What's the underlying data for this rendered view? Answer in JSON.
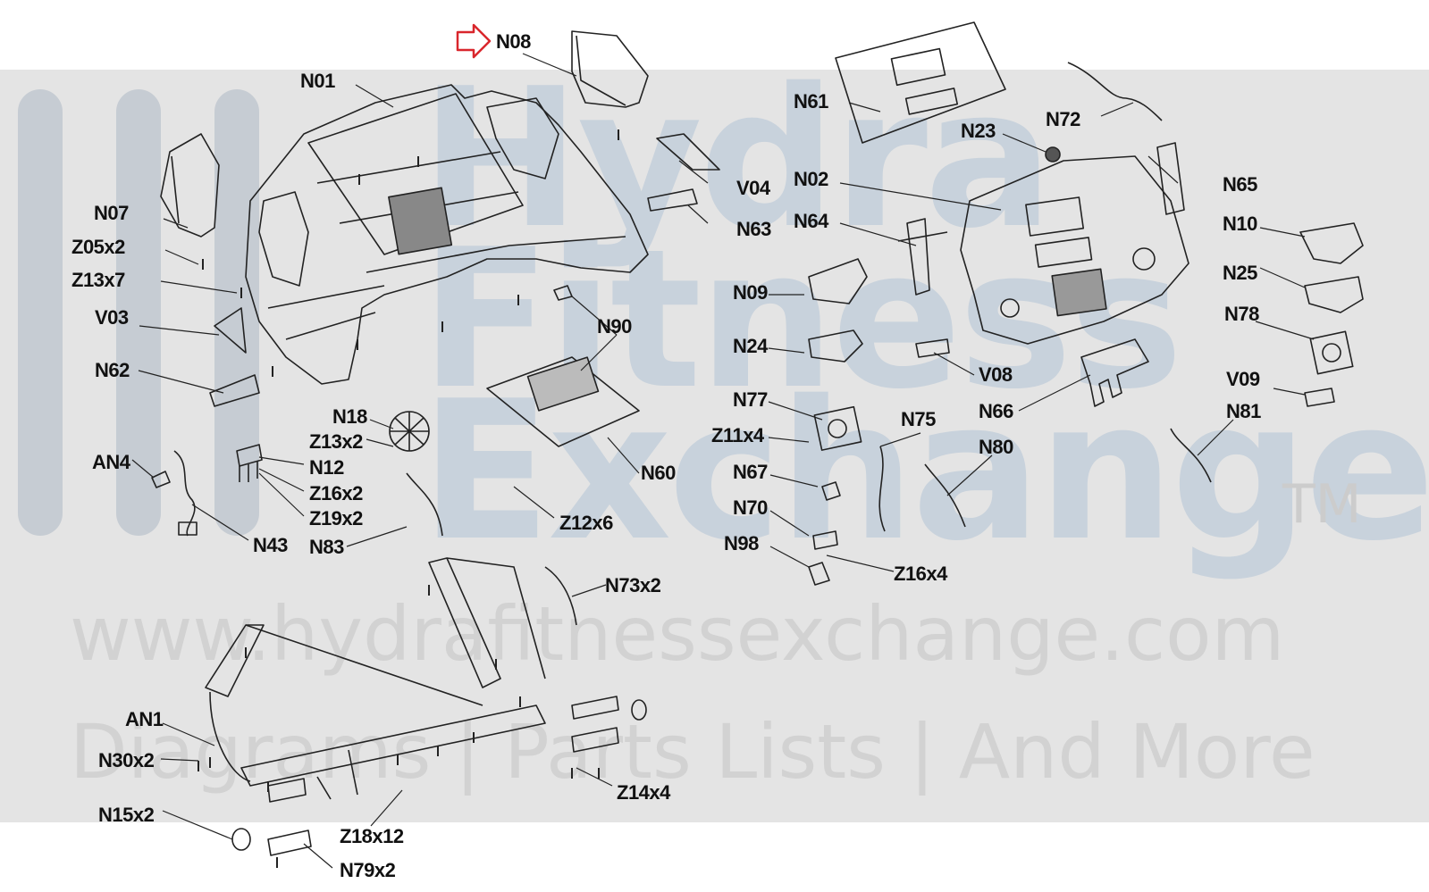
{
  "watermark": {
    "brand_line1": "Hydra",
    "brand_line2": "Fitness",
    "brand_line3": "Exchange",
    "trademark": "TM",
    "website": "www.hydrafitnessexchange.com",
    "tagline": "Diagrams | Parts Lists | And More"
  },
  "highlight": {
    "part": "N08",
    "color": "#d9262c"
  },
  "labels": {
    "n08": "N08",
    "n01": "N01",
    "n61": "N61",
    "n72": "N72",
    "n23": "N23",
    "v04": "V04",
    "n02": "N02",
    "n65": "N65",
    "n07": "N07",
    "n63": "N63",
    "n64": "N64",
    "n10": "N10",
    "z05x2": "Z05x2",
    "z13x7": "Z13x7",
    "n25": "N25",
    "n09": "N09",
    "v03": "V03",
    "n90": "N90",
    "n78": "N78",
    "n24": "N24",
    "n62": "N62",
    "v08": "V08",
    "v09": "V09",
    "n77": "N77",
    "n66": "N66",
    "n81": "N81",
    "n18": "N18",
    "n75": "N75",
    "z11x4": "Z11x4",
    "an4": "AN4",
    "z13x2": "Z13x2",
    "n80": "N80",
    "n12": "N12",
    "n60": "N60",
    "n67": "N67",
    "z16x2": "Z16x2",
    "z19x2": "Z19x2",
    "n70": "N70",
    "z12x6": "Z12x6",
    "n43": "N43",
    "n83": "N83",
    "n98": "N98",
    "z16x4": "Z16x4",
    "n73x2": "N73x2",
    "an1": "AN1",
    "n30x2": "N30x2",
    "z14x4": "Z14x4",
    "n15x2": "N15x2",
    "z18x12": "Z18x12",
    "n79x2": "N79x2"
  }
}
